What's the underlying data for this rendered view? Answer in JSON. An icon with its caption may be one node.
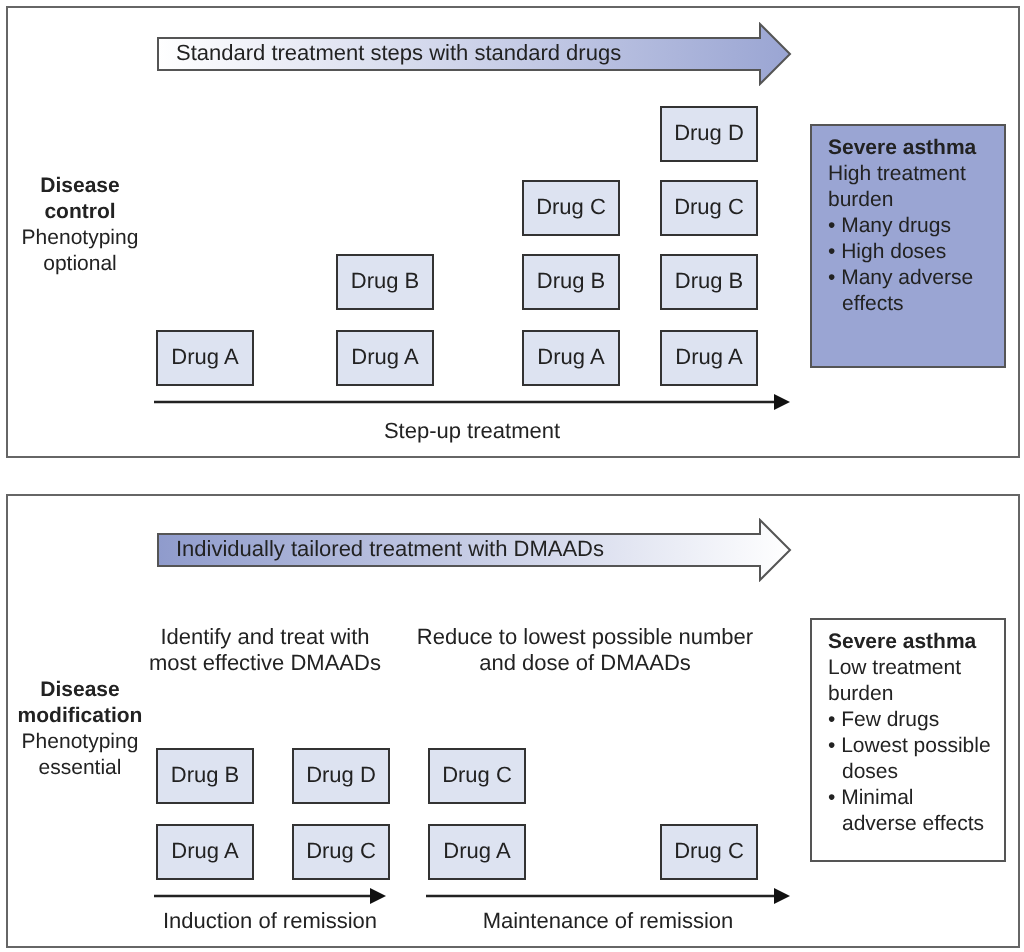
{
  "diagram": {
    "nodes": [
      {
        "text": [
          "Disease control",
          "Phenotyping optional"
        ]
      },
      {
        "text": [
          "Standard treatment steps with standard drugs"
        ],
        "in": 0
      },
      {
        "text": [
          "Drug D"
        ],
        "in": 0
      },
      {
        "text": [
          "Severe asthma",
          "High treatment burden",
          "• Many drugs",
          "• High doses",
          "• Many adverse effects"
        ],
        "in": 0
      },
      {
        "text": [
          "Drug C"
        ],
        "in": 0
      },
      {
        "text": [
          "Drug C"
        ],
        "in": 0
      },
      {
        "text": [
          "Drug B"
        ],
        "in": 0
      },
      {
        "text": [
          "Drug B"
        ],
        "in": 0
      },
      {
        "text": [
          "Drug B"
        ],
        "in": 0
      },
      {
        "text": [
          "Drug A"
        ],
        "in": 0
      },
      {
        "text": [
          "Drug A"
        ],
        "in": 0
      },
      {
        "text": [
          "Drug A"
        ],
        "in": 0
      },
      {
        "text": [
          "Drug A"
        ],
        "in": 0
      },
      {
        "text": [
          "Disease modification",
          "Phenotyping essential"
        ]
      },
      {
        "text": [
          "Individually tailored treatment with DMAADs"
        ],
        "in": 13
      },
      {
        "text": [
          "Severe asthma",
          "Low treatment burden",
          "• Few drugs",
          "• Lowest possible doses",
          "• Minimal adverse effects"
        ],
        "in": 13
      },
      {
        "text": [
          "Drug B"
        ],
        "in": 13
      },
      {
        "text": [
          "Drug D"
        ],
        "in": 13
      },
      {
        "text": [
          "Drug C"
        ],
        "in": 13
      },
      {
        "text": [
          "Drug A"
        ],
        "in": 13
      },
      {
        "text": [
          "Drug C"
        ],
        "in": 13
      },
      {
        "text": [
          "Drug A"
        ],
        "in": 13
      },
      {
        "text": [
          "Drug C"
        ],
        "in": 13
      }
    ],
    "labels": [
      "Step-up treatment",
      "Identify and treat with most effective DMAADs",
      "Reduce to lowest possible number and dose of DMAADs",
      "Induction of remission",
      "Maintenance of remission"
    ]
  }
}
